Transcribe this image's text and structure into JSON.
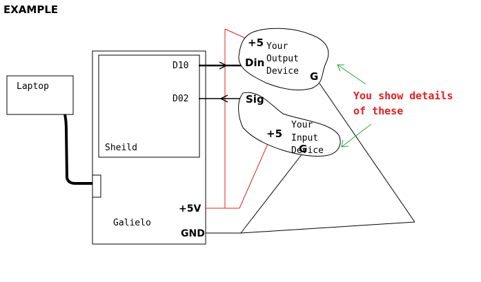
{
  "title": "EXAMPLE",
  "laptop": {
    "label": "Laptop"
  },
  "board": {
    "label": "Galielo",
    "pin_5v": "+5V",
    "pin_gnd": "GND"
  },
  "shield": {
    "label": "Sheild",
    "pin_d10": "D10",
    "pin_d02": "D02"
  },
  "output_device": {
    "line1": "Your",
    "line2": "Output",
    "line3": "Device",
    "pin_5v": "+5",
    "pin_din": "Din",
    "pin_g": "G"
  },
  "input_device": {
    "line1": "Your",
    "line2": "Input",
    "line3": "Device",
    "pin_sig": "Sig",
    "pin_5v": "+5",
    "pin_g": "G"
  },
  "note": {
    "line1": "You show details",
    "line2": "of these"
  },
  "colors": {
    "power_wire": "#e02020",
    "ground_wire": "#000000",
    "note_text": "#e02020",
    "note_arrow": "#22a83a"
  }
}
